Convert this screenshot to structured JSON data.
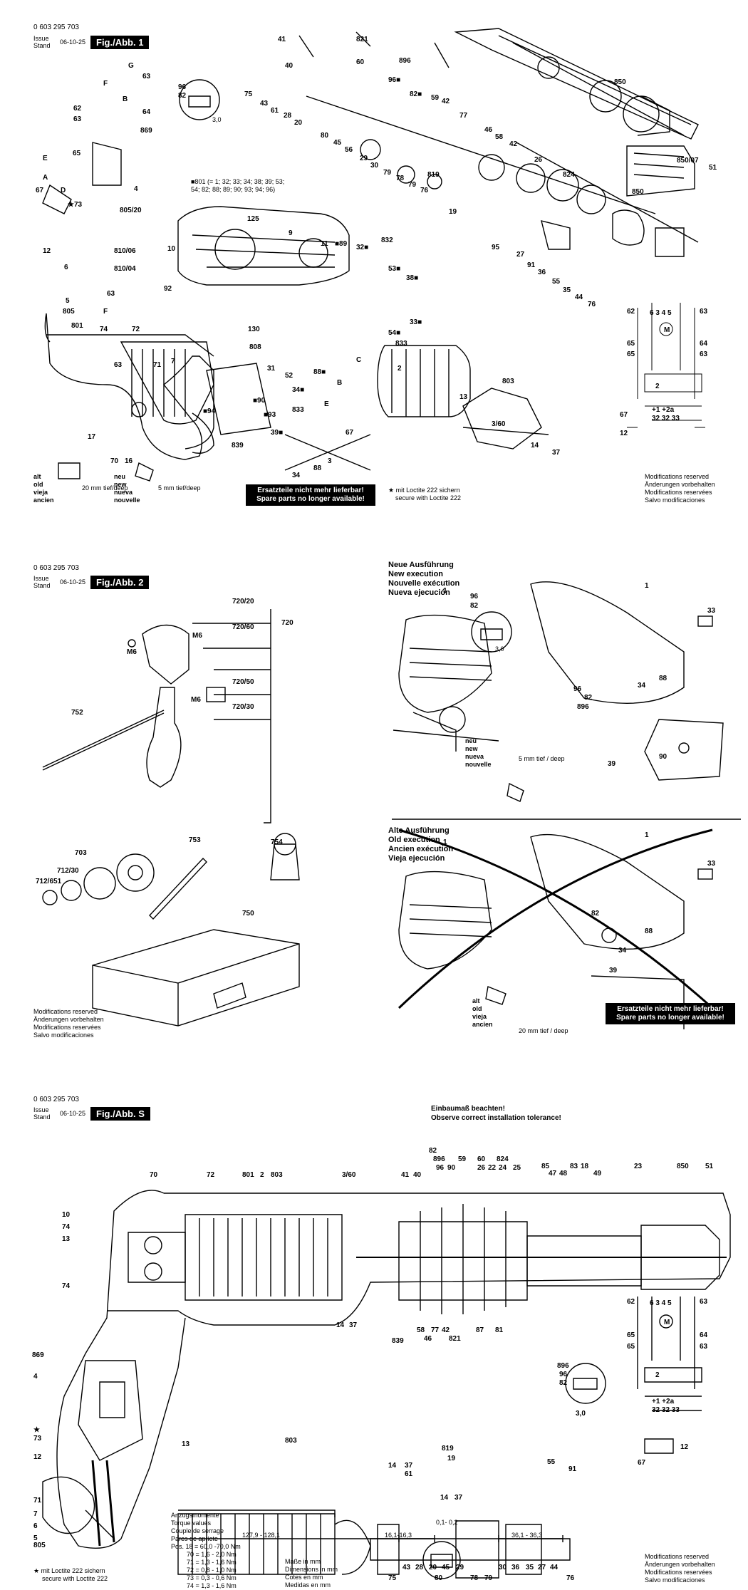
{
  "document_number": "0 603 295 703",
  "issue_label": "Issue",
  "stand_label": "Stand",
  "issue_date": "06-10-25",
  "modifications": [
    "Modifications reserved",
    "Änderungen vorbehalten",
    "Modifications reservées",
    "Salvo modificaciones"
  ],
  "sheet1": {
    "fig": "Fig./Abb. 1",
    "part_group_note": "■801 (= 1; 32; 33; 34; 38; 39; 53; 54; 82; 88; 89; 90; 93; 94; 96)",
    "old_label": [
      "alt",
      "old",
      "vieja",
      "ancien"
    ],
    "new_label": [
      "neu",
      "new",
      "nueva",
      "nouvelle"
    ],
    "depth_old": "20 mm tief/deep",
    "depth_new": "5 mm tief/deep",
    "spare_banner": [
      "Ersatzteile nicht mehr lieferbar!",
      "Spare parts no longer available!"
    ],
    "loctite": [
      "★ mit Loctite 222 sichern",
      "secure with Loctite 222"
    ],
    "dimension": "3,0",
    "labels": [
      "41",
      "821",
      "60",
      "896",
      "96■",
      "82■",
      "59",
      "42",
      "77",
      "46",
      "58",
      "42",
      "850",
      "40",
      "63",
      "G",
      "62",
      "F",
      "63",
      "B",
      "64",
      "869",
      "96",
      "82",
      "75",
      "43",
      "61",
      "28",
      "20",
      "80",
      "45",
      "56",
      "29",
      "30",
      "79",
      "78",
      "79",
      "76",
      "819",
      "26",
      "824",
      "850/07",
      "51",
      "E",
      "65",
      "19",
      "A",
      "D",
      "4",
      "★73",
      "67",
      "805/20",
      "12",
      "125",
      "9",
      "11",
      "■89",
      "32■",
      "832",
      "95",
      "27",
      "91",
      "36",
      "55",
      "35",
      "44",
      "76",
      "850",
      "810/06",
      "10",
      "810/04",
      "53■",
      "38■",
      "6",
      "63",
      "92",
      "F",
      "74",
      "72",
      "54■",
      "33■",
      "833",
      "5",
      "805",
      "801",
      "63",
      "71",
      "7",
      "130",
      "808",
      "31",
      "52",
      "88■",
      "34■",
      "833",
      "2",
      "803",
      "13",
      "3/60",
      "14",
      "37",
      "17",
      "70",
      "16",
      "■90",
      "■94",
      "■93",
      "39■",
      "839",
      "67",
      "88",
      "34",
      "3",
      "C",
      "B",
      "E"
    ],
    "schematic": {
      "top": "6 3 4 5",
      "left": [
        "62",
        "65",
        "65"
      ],
      "right": [
        "63",
        "64",
        "63"
      ],
      "motor": "M",
      "mid": "2",
      "bottom": "+1 +2a",
      "codes": "32 32 33",
      "lead_left": "67",
      "lead_right": "12"
    }
  },
  "sheet2": {
    "fig": "Fig./Abb. 2",
    "labels": [
      "720/20",
      "720/60",
      "720",
      "M6",
      "720/50",
      "752",
      "M6",
      "720/30",
      "753",
      "703",
      "754",
      "712/30",
      "712/651",
      "750"
    ],
    "new_execution": [
      "Neue Ausführung",
      "New execution",
      "Nouvelle exécution",
      "Nueva ejecución"
    ],
    "old_execution": [
      "Alte Ausführung",
      "Old execution",
      "Ancien exécution",
      "Vieja ejecución"
    ],
    "new_labels": [
      "1",
      "33",
      "96",
      "82",
      "3,0",
      "96",
      "82",
      "896",
      "34",
      "88",
      "39",
      "90"
    ],
    "old_labels": [
      "1",
      "33",
      "82",
      "88",
      "34",
      "39"
    ],
    "new_label": [
      "neu",
      "new",
      "nueva",
      "nouvelle"
    ],
    "old_label": [
      "alt",
      "old",
      "vieja",
      "ancien"
    ],
    "depth_new": "5 mm tief / deep",
    "depth_old": "20 mm tief / deep",
    "spare_banner": [
      "Ersatzteile nicht mehr lieferbar!",
      "Spare parts no longer available!"
    ]
  },
  "sheet3": {
    "fig": "Fig./Abb. S",
    "install_note": [
      "Einbaumaß beachten!",
      "Observe correct installation tolerance!"
    ],
    "top_labels": [
      "70",
      "72",
      "801",
      "2",
      "803",
      "3/60",
      "41",
      "40",
      "82",
      "896",
      "96",
      "90",
      "59",
      "60",
      "824",
      "26",
      "22",
      "24",
      "25",
      "85",
      "47",
      "48",
      "83",
      "18",
      "49",
      "23",
      "850",
      "51"
    ],
    "left_labels": [
      "10",
      "74",
      "13",
      "74",
      "869",
      "4",
      "★",
      "73",
      "12",
      "71",
      "7",
      "6",
      "5",
      "805"
    ],
    "mid_labels": [
      "14",
      "37",
      "839",
      "58",
      "46",
      "77",
      "42",
      "821",
      "87",
      "81",
      "896",
      "96",
      "82",
      "3,0"
    ],
    "dims": [
      "127,9 - 128,1",
      "16,1-16,3",
      "0,1- 0,2",
      "36,1 - 36,3"
    ],
    "bottom_labels": [
      "13",
      "803",
      "14",
      "37",
      "61",
      "819",
      "19",
      "55",
      "91",
      "14",
      "37",
      "75",
      "43",
      "28",
      "20",
      "45",
      "29",
      "80",
      "78",
      "79",
      "30",
      "36",
      "35",
      "27",
      "44",
      "76"
    ],
    "torque_title": [
      "Anzugsmomente",
      "Torque values",
      "Couple de serrage",
      "Pares de apriete"
    ],
    "torque_rows": [
      "Pos. 18 = 60,0 -70,0 Nm",
      "70 =   1,6 -  2,0 Nm",
      "71 =   1,3 -  1,6 Nm",
      "72 =   0,8 -  1,0 Nm",
      "73 =   0,3 -  0,6 Nm",
      "74 =   1,3 -  1,6 Nm"
    ],
    "units": [
      "Maße in mm",
      "Dimensions in mm",
      "Cotes en mm",
      "Medidas en mm"
    ],
    "loctite": [
      "★  mit Loctite 222 sichern",
      "secure with Loctite 222"
    ]
  }
}
